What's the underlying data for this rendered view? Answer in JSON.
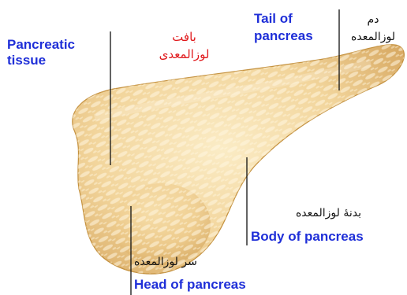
{
  "colors": {
    "english_label": "#1f2fd8",
    "arabic_label": "#111111",
    "arabic_highlight": "#e0191c",
    "leader_line": "#111111",
    "organ_light": "#f7e3b2",
    "organ_mid": "#edc98a",
    "organ_dark": "#c79545"
  },
  "labels": {
    "pancreatic_tissue": {
      "line1": "Pancreatic",
      "line2": "tissue"
    },
    "pancreatic_tissue_ar": {
      "line1": "بافت",
      "line2": "لوزالمعدی"
    },
    "tail": {
      "line1": "Tail of",
      "line2": "pancreas"
    },
    "tail_ar": {
      "line1": "دم",
      "line2": "لوزالمعده"
    },
    "body": {
      "en": "Body of pancreas",
      "ar": "بدنهٔ لوزالمعده"
    },
    "head": {
      "en": "Head of pancreas",
      "ar": "سر لوزالمعده"
    }
  }
}
